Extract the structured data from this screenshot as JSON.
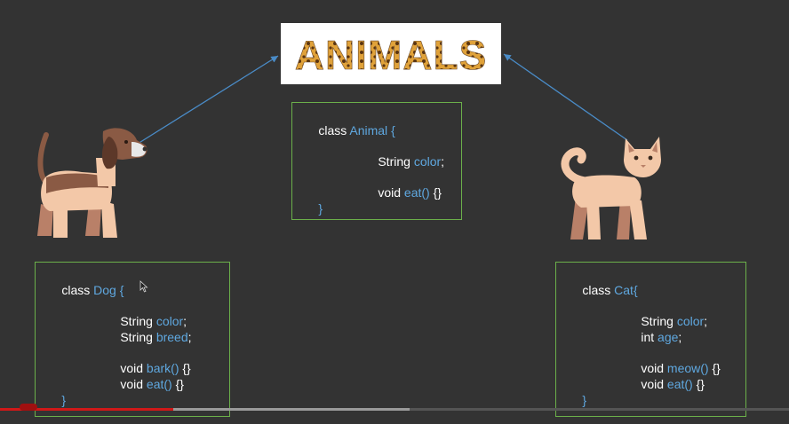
{
  "banner": {
    "title": "ANIMALS"
  },
  "animal_class": {
    "keyword": "class",
    "name": "Animal",
    "open_brace": "{",
    "field_type": "String",
    "field_name": "color",
    "field_semicolon": ";",
    "method_type": "void",
    "method_name": "eat()",
    "method_body": "{}",
    "close_brace": "}"
  },
  "dog_class": {
    "keyword": "class",
    "name": "Dog",
    "open_brace": "{",
    "fields": [
      {
        "type": "String",
        "name": "color",
        "end": ";"
      },
      {
        "type": "String",
        "name": "breed",
        "end": ";"
      }
    ],
    "methods": [
      {
        "type": "void",
        "name": "bark()",
        "body": "{}"
      },
      {
        "type": "void",
        "name": "eat()",
        "body": "{}"
      }
    ],
    "close_brace": "}"
  },
  "cat_class": {
    "keyword": "class",
    "name": "Cat",
    "open_brace": "{",
    "fields": [
      {
        "type": "String",
        "name": "color",
        "end": ";"
      },
      {
        "type": "int",
        "name": "age",
        "end": ";"
      }
    ],
    "methods": [
      {
        "type": "void",
        "name": "meow()",
        "body": "{}"
      },
      {
        "type": "void",
        "name": "eat()",
        "body": "{}"
      }
    ],
    "close_brace": "}"
  },
  "colors": {
    "background": "#333333",
    "box_border": "#6bb04a",
    "identifier": "#5fa8e0",
    "arrow": "#4a8cc8",
    "progress": "#d01818"
  },
  "video_progress": {
    "played_fraction": 0.22,
    "buffered_fraction": 0.52
  }
}
